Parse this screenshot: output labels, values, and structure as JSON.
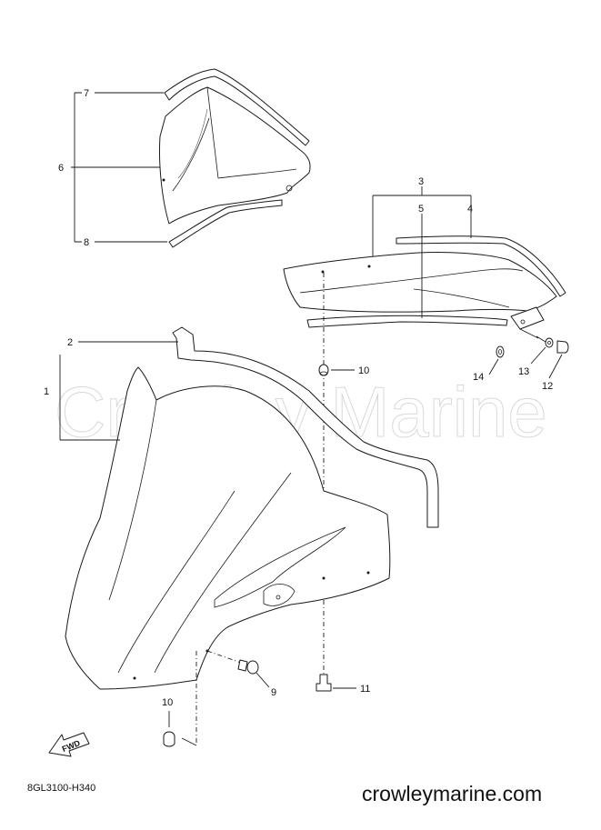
{
  "callouts": {
    "c1": "1",
    "c2": "2",
    "c3": "3",
    "c4": "4",
    "c5": "5",
    "c6": "6",
    "c7": "7",
    "c8": "8",
    "c9": "9",
    "c10a": "10",
    "c10b": "10",
    "c11": "11",
    "c12": "12",
    "c13": "13",
    "c14": "14"
  },
  "watermark": "Crowley Marine",
  "fwd_label": "FWD",
  "diagram_code": "8GL3100-H340",
  "footer_url": "crowleymarine.com"
}
